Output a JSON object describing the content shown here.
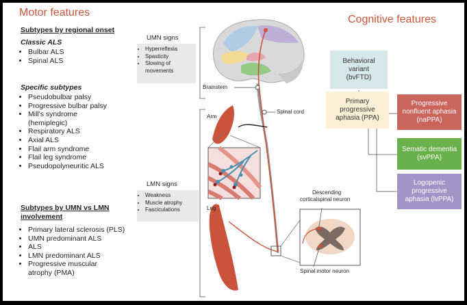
{
  "motor": {
    "title": "Motor features",
    "regional_heading": "Subtypes by regional onset",
    "classic_heading": "Classic ALS",
    "classic_items": [
      "Bulbar ALS",
      "Spinal ALS"
    ],
    "specific_heading": "Specific subtypes",
    "specific_items": [
      "Pseudobulbar palsy",
      "Progressive bulbar palsy",
      "Mill's syndrome",
      "(hemiplegic)",
      "Respiratory ALS",
      "Axial ALS",
      "Flail arm syndrome",
      "Flail leg syndrome",
      "Pseudopolyneuritic ALS"
    ],
    "umn_lmn_heading_1": "Subtypes by UMN vs LMN",
    "umn_lmn_heading_2": "involvement",
    "umn_lmn_items": [
      "Primary lateral sclerosis (PLS)",
      "UMN predominant ALS",
      "ALS",
      "LMN predominant ALS",
      "Progressive muscular",
      "atrophy (PMA)"
    ]
  },
  "signs": {
    "umn_title": "UMN signs",
    "umn_items": [
      "Hyperreflexia",
      "Spasticity",
      "Slowing of",
      "movements"
    ],
    "lmn_title": "LMN signs",
    "lmn_items": [
      "Weakness",
      "Muscle atrophy",
      "Fasciculations"
    ]
  },
  "anatomy": {
    "brainstem": "Brainstem",
    "spinal_cord": "Spinal cord",
    "arm": "Arm",
    "leg": "Leg",
    "descending_1": "Descending",
    "descending_2": "corticalspinal neuron",
    "spinal_motor": "Spinal motor neuron"
  },
  "cognitive": {
    "title": "Cognitive features",
    "bvftd": [
      "Behavioral",
      "variant",
      "(bvFTD)"
    ],
    "ppa": [
      "Primary",
      "progressive",
      "aphasia (PPA)"
    ],
    "napa": [
      "Progressive",
      "nonfluent aphasia",
      "(naPPA)"
    ],
    "svppa": [
      "Sematic dementia",
      "(svPPA)"
    ],
    "lvppa": [
      "Logopenic",
      "progressive",
      "aphasia (lvPPA)"
    ]
  },
  "colors": {
    "heading": "#c8553a",
    "bvftd_box": "#d6e8ea",
    "ppa_box": "#fbf0d6",
    "napa_box": "#c9655a",
    "svppa_box": "#6ab04c",
    "lvppa_box": "#a394c8",
    "pathway": "#c9533b"
  }
}
